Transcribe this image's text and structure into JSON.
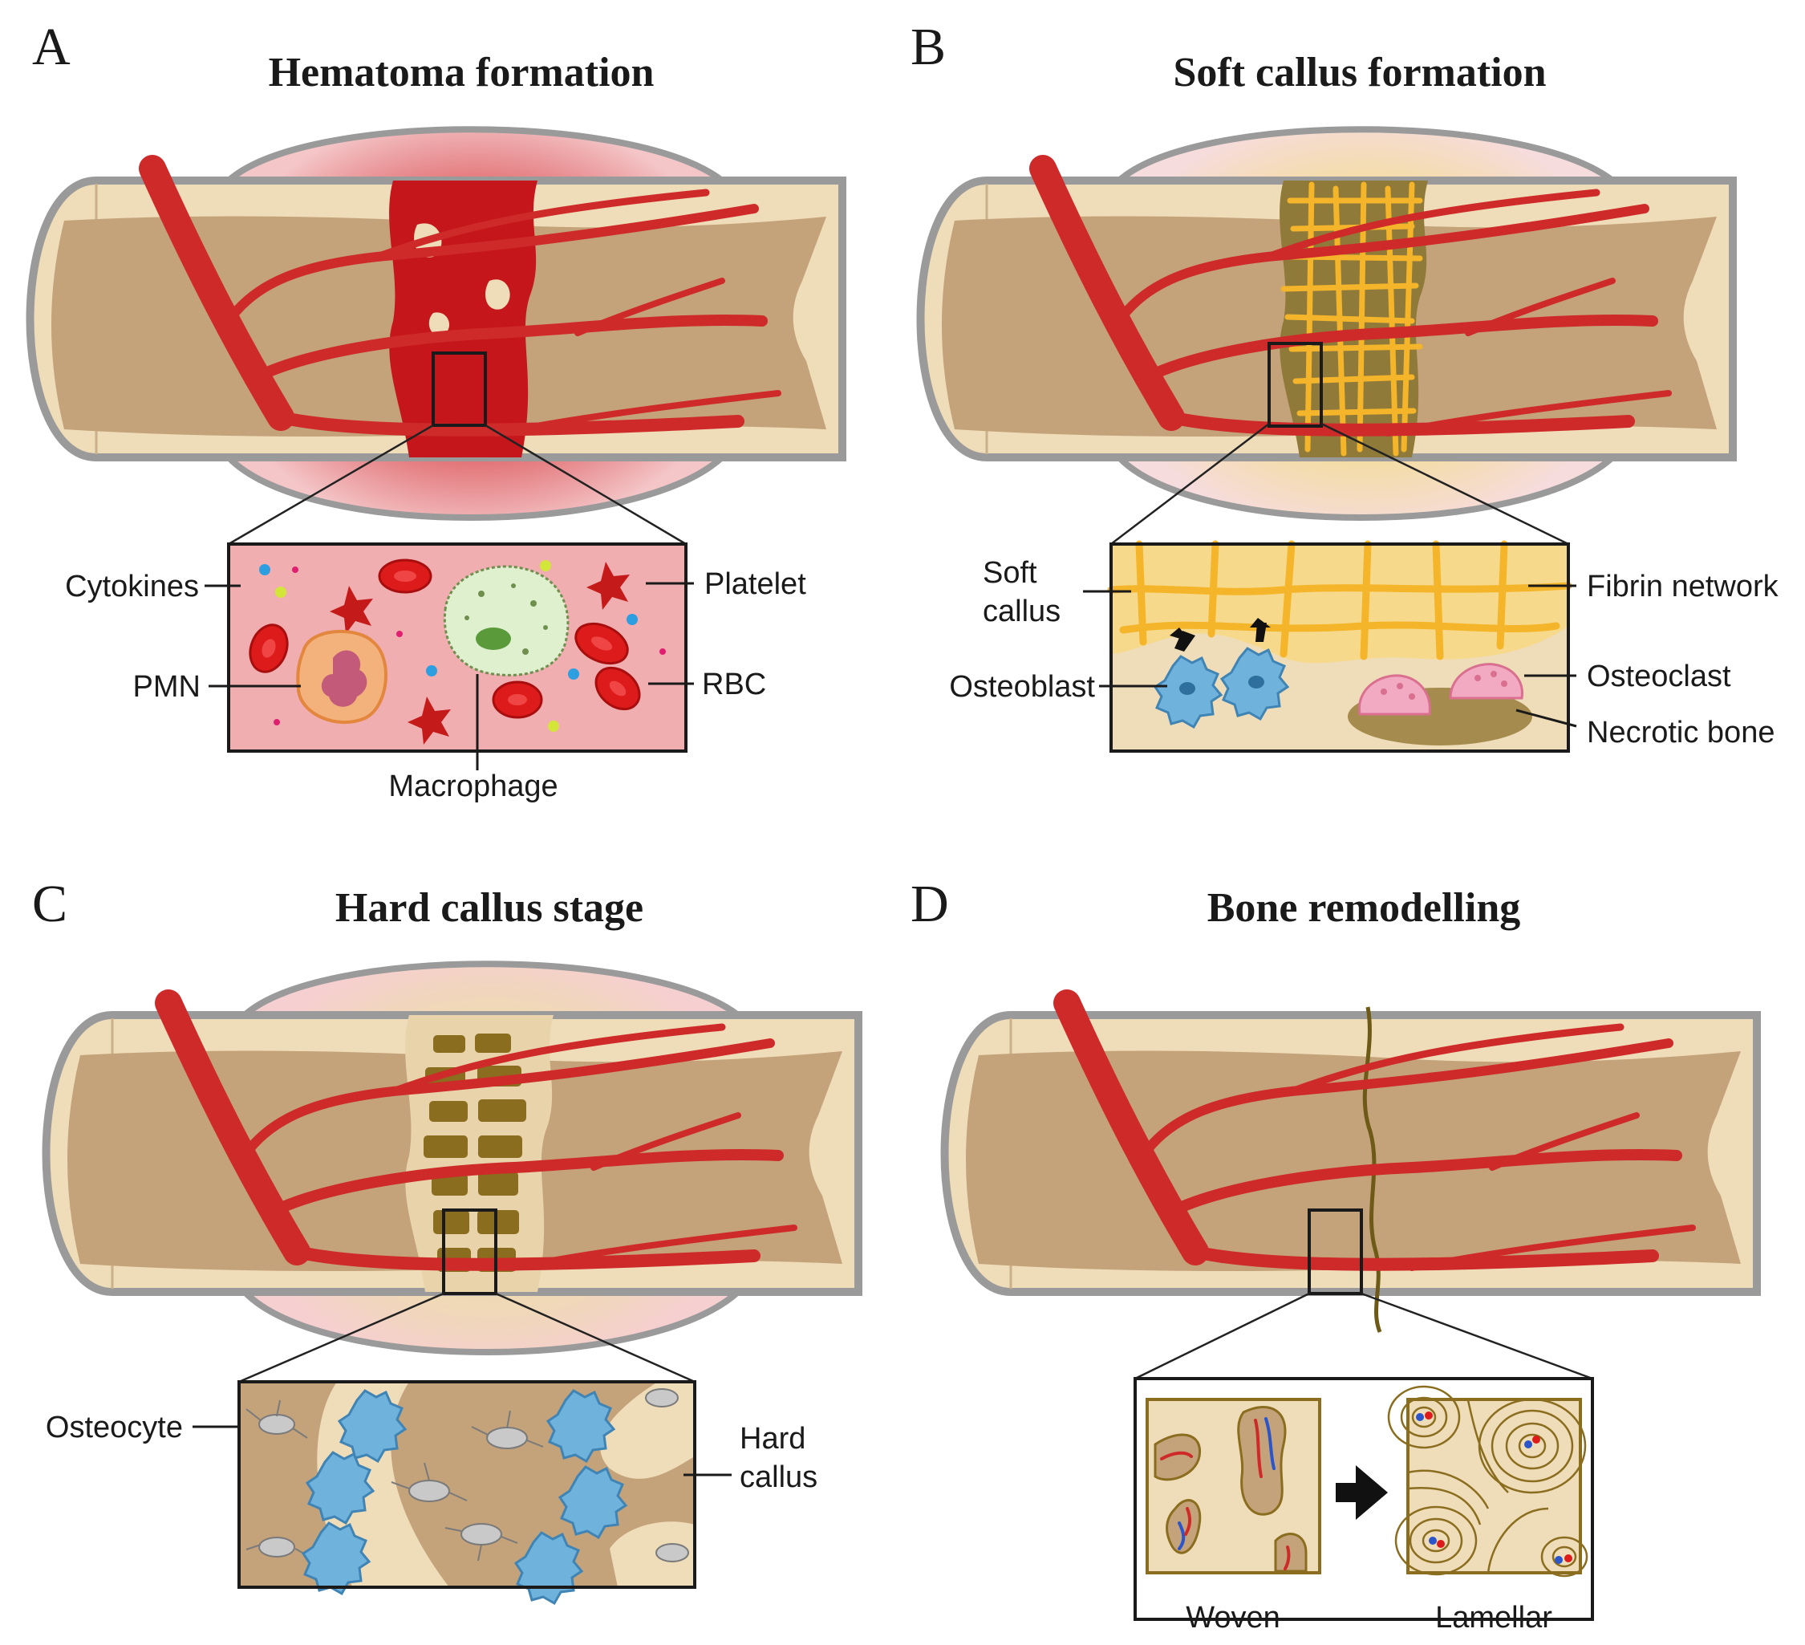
{
  "panels": {
    "a": {
      "letter": "A",
      "title": "Hematoma formation",
      "labels": {
        "cytokines": "Cytokines",
        "pmn": "PMN",
        "platelet": "Platelet",
        "rbc": "RBC",
        "macrophage": "Macrophage"
      }
    },
    "b": {
      "letter": "B",
      "title": "Soft callus formation",
      "labels": {
        "soft_line1": "Soft",
        "soft_line2": "callus",
        "osteoblast": "Osteoblast",
        "fibrin": "Fibrin network",
        "osteoclast": "Osteoclast",
        "necrotic": "Necrotic bone"
      }
    },
    "c": {
      "letter": "C",
      "title": "Hard callus stage",
      "labels": {
        "osteocyte": "Osteocyte",
        "hard_line1": "Hard",
        "hard_line2": "callus"
      }
    },
    "d": {
      "letter": "D",
      "title": "Bone remodelling",
      "labels": {
        "woven": "Woven",
        "lamellar": "Lamellar"
      }
    }
  },
  "colors": {
    "periosteum": "#9a9a9a",
    "cortical_bone": "#efdcb8",
    "marrow": "#c4a27a",
    "vessel": "#cf2a2a",
    "hematoma": "#d43a3a",
    "soft_callus": "#f6d98a",
    "fibrin": "#f5b52a",
    "hard_callus": "#8a6d1e",
    "osteoblast": "#6fb3dd",
    "osteoclast": "#f2a9c2",
    "rbc": "#dd1b1b",
    "inset_bg_a": "#f0aeb0"
  }
}
